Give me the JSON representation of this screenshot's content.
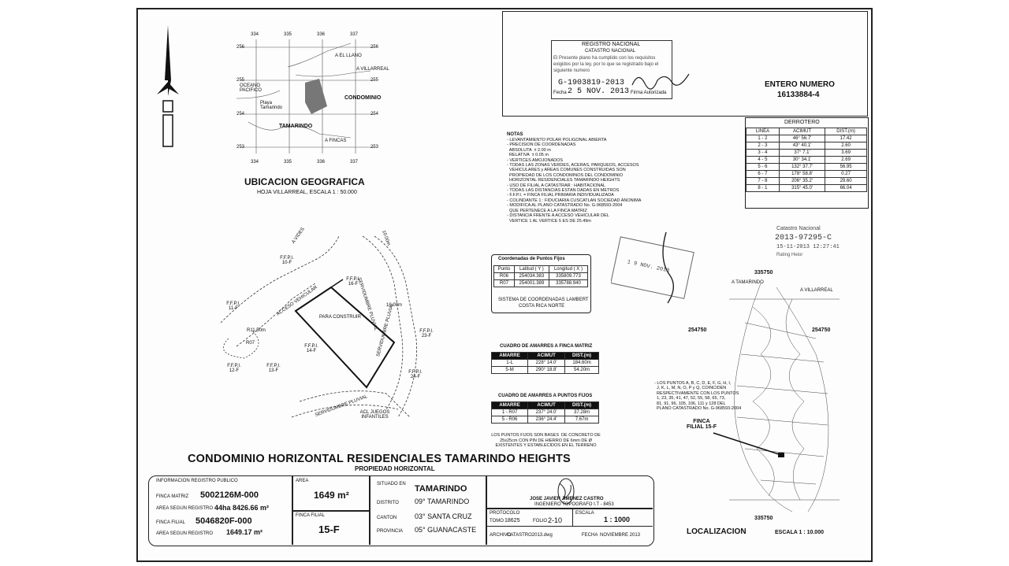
{
  "title": "CONDOMINIO HORIZONTAL RESIDENCIALES TAMARINDO HEIGHTS",
  "subtitle": "PROPIEDAD HORIZONTAL",
  "ubicacion": {
    "heading": "UBICACION GEOGRAFICA",
    "scale_line": "HOJA VILLARREAL, ESCALA 1 : 50.000",
    "grid_top": [
      "334",
      "335",
      "336",
      "337"
    ],
    "grid_bottom": [
      "334",
      "335",
      "336",
      "337"
    ],
    "grid_left": [
      "256",
      "255",
      "254",
      "253"
    ],
    "grid_right": [
      "256",
      "255",
      "254",
      "253"
    ],
    "labels": {
      "el_llano": "A EL LLANO",
      "villarreal": "A VILLARREAL",
      "oceano": "OCEANO PACIFICO",
      "playa": "Playa Tamarindo",
      "condominio": "CONDOMINIO",
      "tamarindo": "TAMARINDO",
      "a_fincas": "A FINCAS"
    }
  },
  "registro": {
    "line1": "REGISTRO NACIONAL",
    "line2": "CATASTRO NACIONAL",
    "body": "El Presente plano ha cumplido con los requisitos exigidos por la ley, por lo que se registrado bajo el siguiente numero",
    "number": "G-1903819-2013",
    "date_label": "Fecha",
    "date": "2 5 NOV. 2013",
    "firma": "Firma Autorizada"
  },
  "entero": {
    "label": "ENTERO NUMERO",
    "number": "16133884-4"
  },
  "derrotero": {
    "title": "DERROTERO",
    "headers": [
      "LINEA",
      "ACIMUT",
      "DIST.(m)"
    ],
    "rows": [
      [
        "1 - 2",
        "46°  56.7'",
        "17.42"
      ],
      [
        "2 - 3",
        "43°  40.1'",
        "2.60"
      ],
      [
        "3 - 4",
        "37°  7.1'",
        "3.69"
      ],
      [
        "4 - 5",
        "30°  34.1'",
        "2.69"
      ],
      [
        "5 - 6",
        "132°  37.7'",
        "56.95"
      ],
      [
        "6 - 7",
        "178°  58.8'",
        "0.27"
      ],
      [
        "7 - 8",
        "206°  35.2'",
        "29.60"
      ],
      [
        "8 - 1",
        "315°  45.0'",
        "66.04"
      ]
    ]
  },
  "notas": {
    "heading": "NOTAS",
    "lines": [
      "- LEVANTAMIENTO POLAR POLIGONAL ABIERTA",
      "- PRECISION DE COORDENADAS",
      "  ABSOLUTA  ± 2.00 m",
      "  RELATIVA  ± 0.05 m",
      "- VERTICES AMOJONADOS",
      "- TODAS LAS ZONAS VERDES, ACERAS, PARQUEOS, ACCESOS",
      "  VEHICULARES y AREAS COMUNES CONSTRUIDAS SON",
      "  PROPIEDAD DE LOS CONDOMINOS DEL CONDOMINIO",
      "  HORIZONTAL RESIDENCIALES TAMARINDO HEIGHTS",
      "- USO DE FILIAL A CATASTRAR : HABITACIONAL",
      "- TODAS LAS DISTANCIAS ESTAN DADAS EN METROS",
      "- F.F.P.I. = FINCA FILIAL PRIMARIA INDIVIDUALIZADA",
      "- COLINDANTE 1 : FIDUCIARIA CUSCATLAN SOCIEDAD ANONIMA",
      "- MODIFICA AL PLANO CATASTRADO No. G-968593-2004",
      "  QUE PERTENECE A LA FINCA MATRIZ",
      "- DISTANCIA FRENTE A ACCESO VEHICULAR DEL",
      "  VERTICE 1 AL VERTICE 5 ES DE 25.49m"
    ]
  },
  "catastro_stamp": {
    "line1": "Catastro Nacional",
    "number": "2013-97295-C",
    "datetime": "15-11-2013 12:27:41",
    "extra": "Rating Heior"
  },
  "nov_stamp": "1 9 NOV. 2013",
  "coordenadas": {
    "title": "Coordenadas de Puntos Fijos",
    "headers": [
      "Punto",
      "Latitud ( Y )",
      "Longitud ( X )"
    ],
    "rows": [
      [
        "R06",
        "254034.383",
        "335809.773"
      ],
      [
        "R07",
        "254001.389",
        "335788.940"
      ]
    ],
    "footer1": "SISTEMA DE COORDENADAS LAMBERT",
    "footer2": "COSTA RICA NORTE"
  },
  "amarres_matriz": {
    "title": "CUADRO DE AMARRES A FINCA MATRIZ",
    "headers": [
      "AMARRE",
      "ACIMUT",
      "DIST.(m)"
    ],
    "rows": [
      [
        "1-L",
        "228°  14.0'",
        "184.60m"
      ],
      [
        "5-M",
        "290°  18.8'",
        "54.20m"
      ]
    ]
  },
  "amarres_fijos": {
    "title": "CUADRO DE AMARRES A PUNTOS FIJOS",
    "headers": [
      "AMARRE",
      "ACIMUT",
      "DIST.(m)"
    ],
    "rows": [
      [
        "1 - R07",
        "237°  24.0'",
        "37.28m"
      ],
      [
        "5 - R06",
        "236°  24.4'",
        "7.67m"
      ]
    ],
    "note": [
      "LOS PUNTOS FIJOS SON BASES  DE CONCRETO DE",
      "25x25cm CON PIN DE HIERRO DE 6mm DE Ø",
      "EXISTENTES Y ESTABLECIDOS EN EL TERRENO"
    ]
  },
  "plot": {
    "para_construir": "PARA CONSTRUIR",
    "servidumbre_pluvial": "SERVIDUMBRE PLUVIAL",
    "acceso_vehicular": "ACCESO VEHICULAR",
    "area_juegos": "ACL JUEGOS INFANTILES",
    "r_label": "R11.50m",
    "dist_a": "10.00m",
    "dist_b": "10.00m",
    "ffpi_labels": [
      "F.F.P.I. 10-F",
      "F.F.P.I. 16-F",
      "F.F.P.I. 11-F",
      "F.F.P.I. 14-F",
      "F.F.P.I. 12-F",
      "F.F.P.I. 13-F",
      "F.F.P.I. 23-F",
      "F.F.P.I. 24-F"
    ],
    "r07": "R07",
    "a_vides": "A VIDES"
  },
  "localizacion": {
    "heading": "LOCALIZACION",
    "scale": "ESCALA 1 : 10.000",
    "coord_top": "335750",
    "coord_bottom": "335750",
    "coord_left": "254750",
    "coord_right": "254750",
    "a_tamarindo": "A TAMARINDO",
    "a_villarreal": "A VILLARREAL",
    "finca_label": "FINCA FILIAL 15-F",
    "puntos_note": [
      "- LOS PUNTOS A, B, C, D, E, F, G, H, I,",
      "  J, K, L, M, N, O, P y Q, COINCIDEN",
      "  RESPECTIVAMENTE CON LOS PUNTOS",
      "  1, 23, 35, 41, 47, 52, 55, 58, 65, 73,",
      "  81, 91, 96, 105, 106, 111 y 128 DEL",
      "  PLANO CATASTRADO No. G-968593-2004"
    ]
  },
  "title_block": {
    "info_label": "INFORMACION REGISTRO PUBLICO",
    "finca_matriz_label": "FINCA MATRIZ",
    "finca_matriz": "5002126M-000",
    "area_reg_label1": "AREA SEGUN REGISTRO",
    "area_reg1": "44ha 8426.66 m²",
    "finca_filial_label": "FINCA FILIAL",
    "finca_filial": "5046820F-000",
    "area_reg_label2": "AREA SEGUN REGISTRO",
    "area_reg2": "1649.17 m²",
    "area_label": "AREA",
    "area": "1649 m²",
    "ff_label": "FINCA FILIAL",
    "ff": "15-F",
    "situado_label": "SITUADO EN",
    "situado": "TAMARINDO",
    "distrito_label": "DISTRITO",
    "distrito": "09° TAMARINDO",
    "canton_label": "CANTON",
    "canton": "03° SANTA CRUZ",
    "provincia_label": "PROVINCIA",
    "provincia": "05° GUANACASTE",
    "ingeniero_name": "JOSE JAVIER JIMENEZ CASTRO",
    "ingeniero_title": "INGENIERO TOPOGRAFO I.T - 8453",
    "protocolo_label": "PROTOCOLO",
    "tomo_label": "TOMO",
    "tomo": "18625",
    "folio_label": "FOLIO",
    "folio": "2-10",
    "escala_label": "ESCALA",
    "escala": "1 : 1000",
    "archivo_label": "ARCHIVO",
    "archivo": "CATASTRO2013.dwg",
    "fecha_label": "FECHA",
    "fecha": "NOVIEMBRE 2013"
  }
}
